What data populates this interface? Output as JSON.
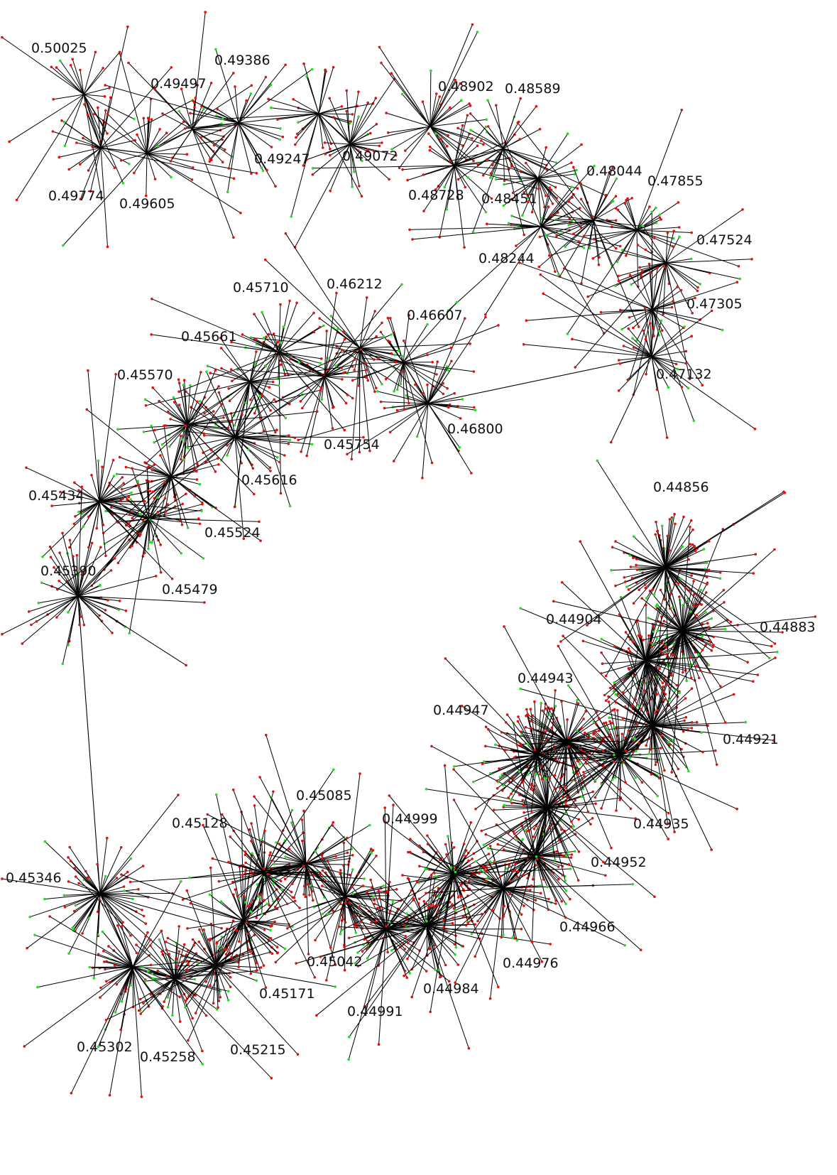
{
  "diagram": {
    "type": "tree-of-clusters",
    "node_colors": {
      "edge": "#000000",
      "leaf_primary": "#dd1111",
      "leaf_secondary": "#22dd22"
    },
    "clusters": [
      {
        "id": "c1",
        "label": "0.50025",
        "leaves": 22
      },
      {
        "id": "c2",
        "label": "0.49774",
        "leaves": 26
      },
      {
        "id": "c3",
        "label": "0.49605",
        "leaves": 26
      },
      {
        "id": "c4",
        "label": "0.49497",
        "leaves": 26
      },
      {
        "id": "c5",
        "label": "0.49386",
        "leaves": 30
      },
      {
        "id": "c6",
        "label": "0.49247",
        "leaves": 30
      },
      {
        "id": "c7",
        "label": "0.49072",
        "leaves": 30
      },
      {
        "id": "c8",
        "label": "0.48902",
        "leaves": 30
      },
      {
        "id": "c9",
        "label": "0.48728",
        "leaves": 30
      },
      {
        "id": "c10",
        "label": "0.48589",
        "leaves": 30
      },
      {
        "id": "c11",
        "label": "0.48451",
        "leaves": 32
      },
      {
        "id": "c12",
        "label": "0.48244",
        "leaves": 32
      },
      {
        "id": "c13",
        "label": "0.48044",
        "leaves": 32
      },
      {
        "id": "c14",
        "label": "0.47855",
        "leaves": 32
      },
      {
        "id": "c15",
        "label": "0.47524",
        "leaves": 32
      },
      {
        "id": "c16",
        "label": "0.47305",
        "leaves": 32
      },
      {
        "id": "c17",
        "label": "0.47132",
        "leaves": 32
      },
      {
        "id": "c18",
        "label": "0.46800",
        "leaves": 34
      },
      {
        "id": "c19",
        "label": "0.46607",
        "leaves": 34
      },
      {
        "id": "c20",
        "label": "0.46212",
        "leaves": 36
      },
      {
        "id": "c21",
        "label": "0.45754",
        "leaves": 36
      },
      {
        "id": "c22",
        "label": "0.45710",
        "leaves": 38
      },
      {
        "id": "c23",
        "label": "0.45661",
        "leaves": 40
      },
      {
        "id": "c24",
        "label": "0.45616",
        "leaves": 42
      },
      {
        "id": "c25",
        "label": "0.45570",
        "leaves": 44
      },
      {
        "id": "c26",
        "label": "0.45524",
        "leaves": 46
      },
      {
        "id": "c27",
        "label": "0.45479",
        "leaves": 48
      },
      {
        "id": "c28",
        "label": "0.45434",
        "leaves": 50
      },
      {
        "id": "c29",
        "label": "0.45390",
        "leaves": 52
      },
      {
        "id": "c30",
        "label": "0.45346",
        "leaves": 54
      },
      {
        "id": "c31",
        "label": "0.45302",
        "leaves": 56
      },
      {
        "id": "c32",
        "label": "0.45258",
        "leaves": 58
      },
      {
        "id": "c33",
        "label": "0.45215",
        "leaves": 60
      },
      {
        "id": "c34",
        "label": "0.45171",
        "leaves": 62
      },
      {
        "id": "c35",
        "label": "0.45128",
        "leaves": 64
      },
      {
        "id": "c36",
        "label": "0.45085",
        "leaves": 66
      },
      {
        "id": "c37",
        "label": "0.45042",
        "leaves": 68
      },
      {
        "id": "c38",
        "label": "0.44991",
        "leaves": 70
      },
      {
        "id": "c39",
        "label": "0.44984",
        "leaves": 72
      },
      {
        "id": "c40",
        "label": "0.44999",
        "leaves": 74
      },
      {
        "id": "c41",
        "label": "0.44976",
        "leaves": 76
      },
      {
        "id": "c42",
        "label": "0.44966",
        "leaves": 78
      },
      {
        "id": "c43",
        "label": "0.44952",
        "leaves": 80
      },
      {
        "id": "c44",
        "label": "0.44947",
        "leaves": 82
      },
      {
        "id": "c45",
        "label": "0.44943",
        "leaves": 84
      },
      {
        "id": "c46",
        "label": "0.44935",
        "leaves": 86
      },
      {
        "id": "c47",
        "label": "0.44921",
        "leaves": 88
      },
      {
        "id": "c48",
        "label": "0.44904",
        "leaves": 90
      },
      {
        "id": "c49",
        "label": "0.44883",
        "leaves": 92
      },
      {
        "id": "c50",
        "label": "0.44856",
        "leaves": 94
      }
    ],
    "edges": [
      [
        "c1",
        "c2"
      ],
      [
        "c2",
        "c3"
      ],
      [
        "c3",
        "c4"
      ],
      [
        "c4",
        "c5"
      ],
      [
        "c5",
        "c6"
      ],
      [
        "c6",
        "c7"
      ],
      [
        "c7",
        "c8"
      ],
      [
        "c8",
        "c9"
      ],
      [
        "c9",
        "c10"
      ],
      [
        "c10",
        "c11"
      ],
      [
        "c11",
        "c12"
      ],
      [
        "c12",
        "c13"
      ],
      [
        "c13",
        "c14"
      ],
      [
        "c14",
        "c15"
      ],
      [
        "c15",
        "c16"
      ],
      [
        "c16",
        "c17"
      ],
      [
        "c17",
        "c18"
      ],
      [
        "c18",
        "c19"
      ],
      [
        "c19",
        "c20"
      ],
      [
        "c20",
        "c21"
      ],
      [
        "c21",
        "c22"
      ],
      [
        "c22",
        "c23"
      ],
      [
        "c23",
        "c24"
      ],
      [
        "c24",
        "c25"
      ],
      [
        "c25",
        "c26"
      ],
      [
        "c26",
        "c27"
      ],
      [
        "c27",
        "c28"
      ],
      [
        "c28",
        "c29"
      ],
      [
        "c29",
        "c30"
      ],
      [
        "c30",
        "c31"
      ],
      [
        "c31",
        "c32"
      ],
      [
        "c32",
        "c33"
      ],
      [
        "c33",
        "c34"
      ],
      [
        "c34",
        "c35"
      ],
      [
        "c35",
        "c36"
      ],
      [
        "c36",
        "c37"
      ],
      [
        "c37",
        "c38"
      ],
      [
        "c38",
        "c39"
      ],
      [
        "c39",
        "c40"
      ],
      [
        "c40",
        "c41"
      ],
      [
        "c41",
        "c42"
      ],
      [
        "c42",
        "c43"
      ],
      [
        "c43",
        "c44"
      ],
      [
        "c44",
        "c45"
      ],
      [
        "c45",
        "c46"
      ],
      [
        "c46",
        "c47"
      ],
      [
        "c47",
        "c48"
      ],
      [
        "c48",
        "c49"
      ],
      [
        "c49",
        "c50"
      ]
    ]
  }
}
